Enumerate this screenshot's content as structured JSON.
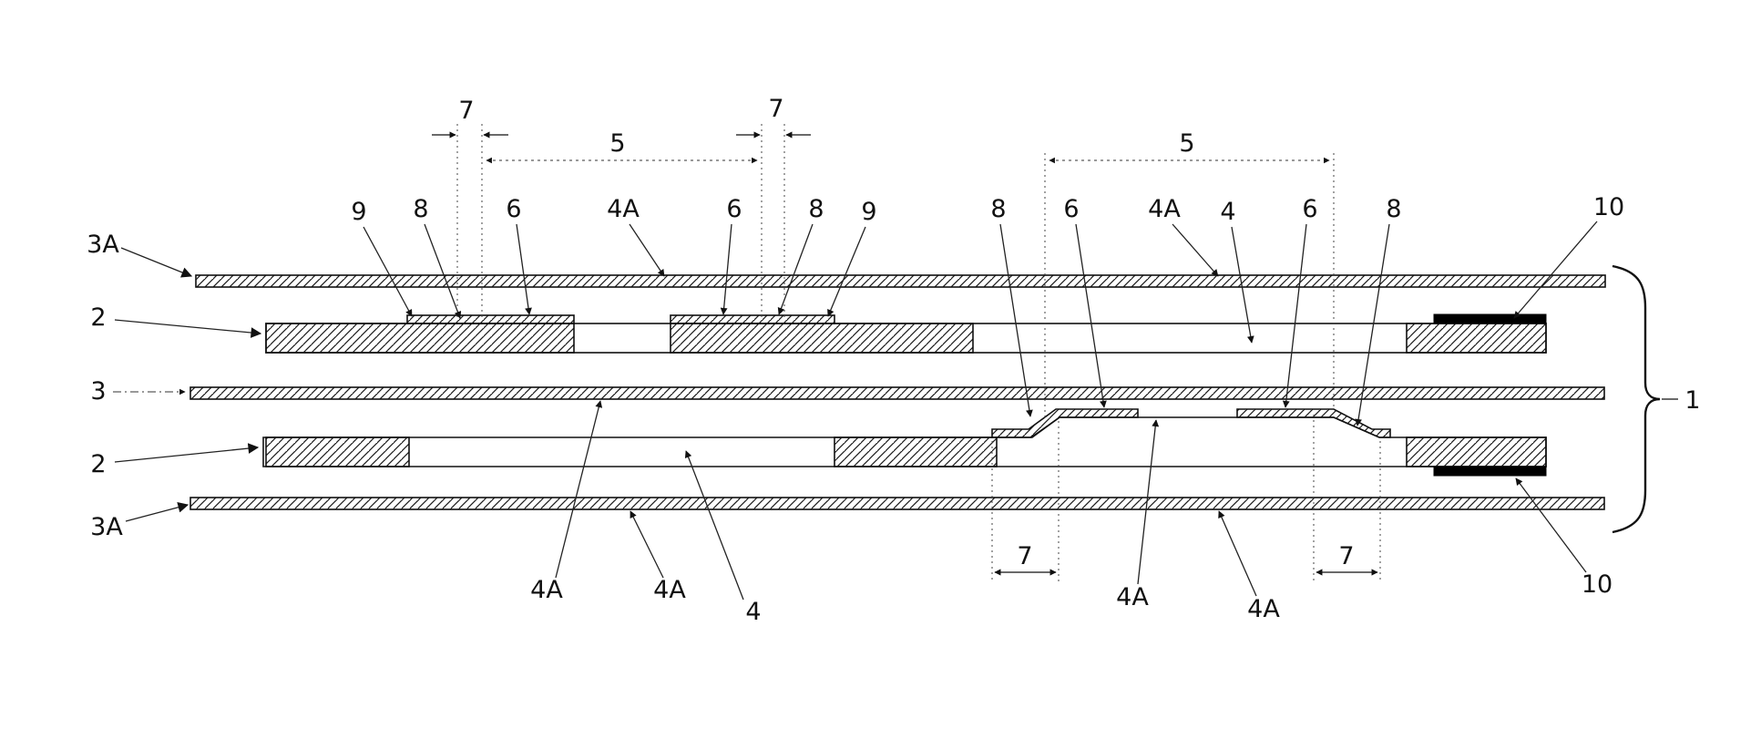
{
  "figure": {
    "kind": "patent-style layered cross-section line drawing",
    "background": "#ffffff",
    "line_color": "#111111",
    "labels": {
      "dim7_top_left": "7",
      "dim5_top_center": "5",
      "dim7_top_mid": "7",
      "dim5_top_right": "5",
      "ref9_left": "9",
      "ref8_left": "8",
      "ref6_left": "6",
      "ref4A_top_left": "4A",
      "ref6_mid": "6",
      "ref8_mid": "8",
      "ref9_right": "9",
      "ref8_right": "8",
      "ref6_right_1": "6",
      "ref4A_top_right": "4A",
      "ref4_top": "4",
      "ref6_right_2": "6",
      "ref8_far_right": "8",
      "ref10_top": "10",
      "ref3A_top_left": "3A",
      "ref2_upper": "2",
      "ref3_left": "3",
      "ref2_lower": "2",
      "ref3A_bottom_left": "3A",
      "ref4A_bottom_1": "4A",
      "ref4A_bottom_2": "4A",
      "ref4_bottom": "4",
      "dim7_bottom_left": "7",
      "ref4A_bottom_3": "4A",
      "ref4A_bottom_4": "4A",
      "dim7_bottom_right": "7",
      "ref10_bottom": "10",
      "ref1_brace": "1"
    }
  }
}
